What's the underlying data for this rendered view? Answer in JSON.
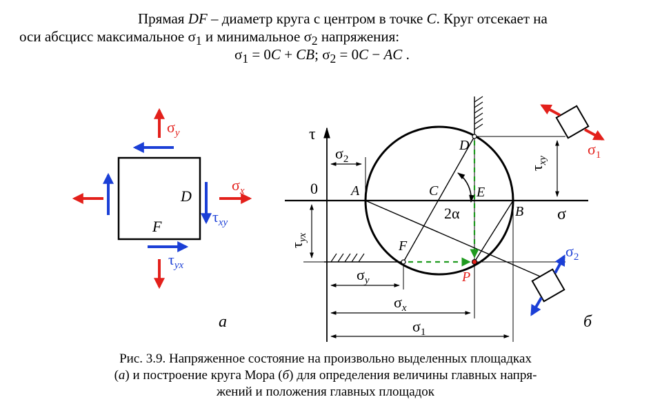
{
  "text": {
    "line1": {
      "a": "Прямая ",
      "b": "DF",
      "c": " – диаметр круга с центром в точке ",
      "d": "C",
      "e": ". Круг отсекает  на"
    },
    "line2": {
      "a": "оси абсцисс максимальное σ",
      "b": "1",
      "c": " и минимальное σ",
      "d": "2",
      "e": " напряжения:"
    },
    "line3": {
      "a": "σ",
      "b": "1",
      "c": " = 0",
      "d": "C",
      "e": " + ",
      "f": "CB",
      "g": ";    σ",
      "h": "2",
      "i": " = 0",
      "j": "C",
      "k": " − ",
      "l": "AC",
      "m": " ."
    }
  },
  "fig_a": {
    "sigma_y": {
      "s": "σ",
      "sub": "y"
    },
    "sigma_x": {
      "s": "σ",
      "sub": "x"
    },
    "tau_xy": {
      "s": "τ",
      "sub": "xy"
    },
    "tau_yx": {
      "s": "τ",
      "sub": "yx"
    },
    "D": "D",
    "F": "F",
    "label": "а"
  },
  "fig_b": {
    "tau_axis": "τ",
    "sigma_axis": "σ",
    "origin": "0",
    "A": "A",
    "B": "B",
    "C": "C",
    "D": "D",
    "E": "E",
    "F": "F",
    "P": "P",
    "two_alpha": "2α",
    "sigma_2_dim": {
      "s": "σ",
      "sub": "2"
    },
    "sigma_y_dim": {
      "s": "σ",
      "sub": "y"
    },
    "sigma_x_dim": {
      "s": "σ",
      "sub": "x"
    },
    "sigma_1_dim": {
      "s": "σ",
      "sub": "1"
    },
    "tau_xy_dim": {
      "s": "τ",
      "sub": "xy"
    },
    "tau_yx_dim": {
      "s": "τ",
      "sub": "yx"
    },
    "sigma_1_elem": {
      "s": "σ",
      "sub": "1"
    },
    "sigma_2_elem": {
      "s": "σ",
      "sub": "2"
    },
    "label": "б"
  },
  "caption": {
    "line1": "Рис. 3.9. Напряженное состояние на произвольно выделенных площадках",
    "line2a": "(",
    "line2b": "а",
    "line2c": ") и построение круга Мора (",
    "line2d": "б",
    "line2e": ") для определения величины главных напря-",
    "line3": "жений и положения главных площадок"
  },
  "colors": {
    "red": "#e3201b",
    "blue": "#1b3fd6",
    "green": "#1f9a1f",
    "black": "#000000"
  }
}
